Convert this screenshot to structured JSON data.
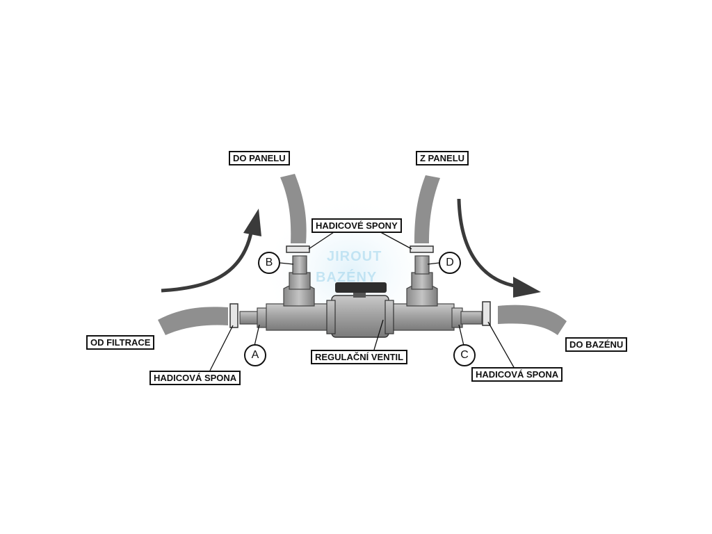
{
  "labels": {
    "to_panel": "DO PANELU",
    "from_panel": "Z PANELU",
    "hose_clamps": "HADICOVÉ SPONY",
    "from_filter": "OD FILTRACE",
    "to_pool": "DO BAZÉNU",
    "hose_clamp_left": "HADICOVÁ SPONA",
    "hose_clamp_right": "HADICOVÁ SPONA",
    "regulating_valve": "REGULAČNÍ VENTIL"
  },
  "markers": {
    "a": "A",
    "b": "B",
    "c": "C",
    "d": "D"
  },
  "watermark": {
    "line1": "JIROUT",
    "line2": "BAZÉNY"
  },
  "colors": {
    "hose": "#8f8f8f",
    "pipe": "#a9a9a9",
    "arrow": "#3a3a3a",
    "watermark": "#9fd4ec"
  }
}
